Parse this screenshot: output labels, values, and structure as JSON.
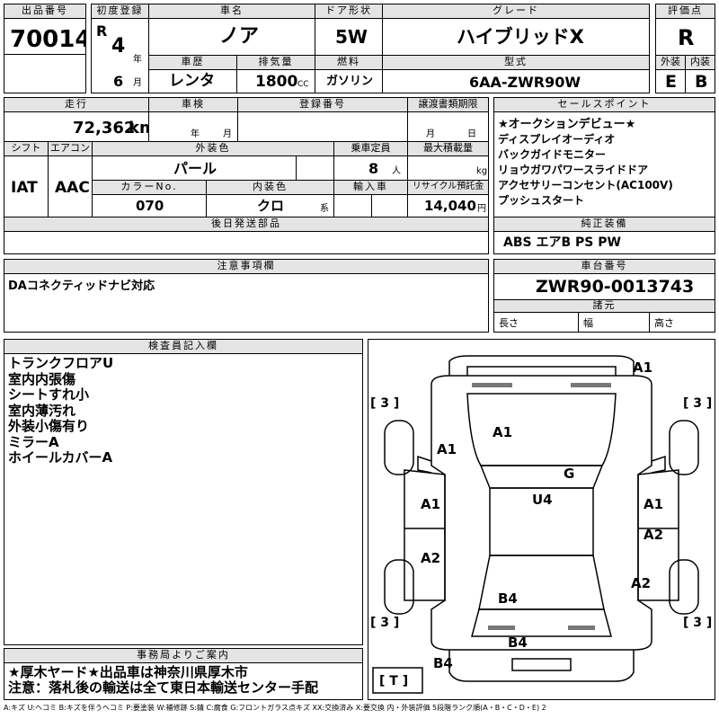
{
  "header_labels": {
    "lot_no": "出品番号",
    "first_reg": "初度登録",
    "car_name": "車名",
    "door": "ドア形状",
    "grade": "グレード",
    "score": "評価点",
    "inspection_hist": "車歴",
    "displacement": "排気量",
    "fuel": "燃料",
    "model": "型式",
    "exterior": "外装",
    "interior": "内装",
    "mileage": "走行",
    "shaken": "車検",
    "reg_no": "登録番号",
    "transfer_deadline": "譲渡書類期限",
    "sales_points": "セールスポイント",
    "shift": "シフト",
    "aircon": "エアコン",
    "ext_color": "外装色",
    "capacity": "乗車定員",
    "max_load": "最大積載量",
    "color_no": "カラーNo.",
    "int_color": "内装色",
    "import": "輸入車",
    "recycle": "リサイクル預託金",
    "later_parts": "後日発送部品",
    "genuine_equip": "純正装備",
    "notes": "注意事項欄",
    "chassis_no": "車台番号",
    "dimensions": "諸元",
    "inspector": "検査員記入欄",
    "office": "事務局よりご案内"
  },
  "vehicle": {
    "lot_no": "70014",
    "era": "R",
    "year": "4",
    "month": "6",
    "year_unit": "年",
    "month_unit": "月",
    "name": "ノア",
    "door": "5W",
    "grade": "ハイブリッドX",
    "score": "R",
    "history": "レンタ",
    "displacement": "1800",
    "cc_unit": "CC",
    "fuel": "ガソリン",
    "model": "6AA-ZWR90W",
    "exterior_grade": "E",
    "interior_grade": "B",
    "mileage": "72,362",
    "km_unit": "km",
    "shaken_year_unit": "年",
    "shaken_month_unit": "月",
    "transfer_month_unit": "月",
    "transfer_day_unit": "日",
    "shift": "IAT",
    "aircon": "AAC",
    "ext_color": "パール",
    "capacity": "8",
    "person_unit": "人",
    "kg_unit": "kg",
    "color_no": "070",
    "int_color": "クロ",
    "int_color_suffix": "系",
    "recycle": "14,040",
    "yen_unit": "円",
    "chassis_no": "ZWR90-0013743",
    "length_label": "長さ",
    "width_label": "幅",
    "height_label": "高さ"
  },
  "sales_points": [
    "★オークションデビュー★",
    "ディスプレイオーディオ",
    "バックガイドモニター",
    "リョウガワパワースライドドア",
    "アクセサリーコンセント(AC100V)",
    "プッシュスタート"
  ],
  "genuine_equipment": "ABS エアB PS PW",
  "notes": "DAコネクティッドナビ対応",
  "inspector_notes": [
    "トランクフロアU",
    "室内内張傷",
    "シートすれ小",
    "室内薄汚れ",
    "外装小傷有り",
    "ミラーA",
    "ホイールカバーA"
  ],
  "office_notes": [
    "★厚木ヤード★出品車は神奈川県厚木市",
    "注意：落札後の輸送は全て東日本輸送センター手配"
  ],
  "diagram_marks": {
    "a1_front": "A1",
    "a1_left_front": "A1",
    "a1_hood": "A1",
    "g_windshield": "G",
    "u4_roof": "U4",
    "a1_left_door": "A1",
    "a1_right_door": "A1",
    "a2_left": "A2",
    "a2_right_rear_door": "A2",
    "a2_right_quarter": "A2",
    "b4_rear_glass": "B4",
    "b4_rear": "B4",
    "b4_bumper": "B4",
    "tire_fl": "[ 3 ]",
    "tire_fr": "[ 3 ]",
    "tire_rl": "[ 3 ]",
    "tire_rr": "[ 3 ]",
    "spare": "[ T ]"
  },
  "legend": "A:キズ U:ヘコミ B:キズを伴うヘコミ P:要塗装 W:補修跡 S:錆 C:腐食 G:フロントガラス点キズ XX:交換済み X:要交換 内・外装評価 5段階ランク順(A・B・C・D・E) 2"
}
